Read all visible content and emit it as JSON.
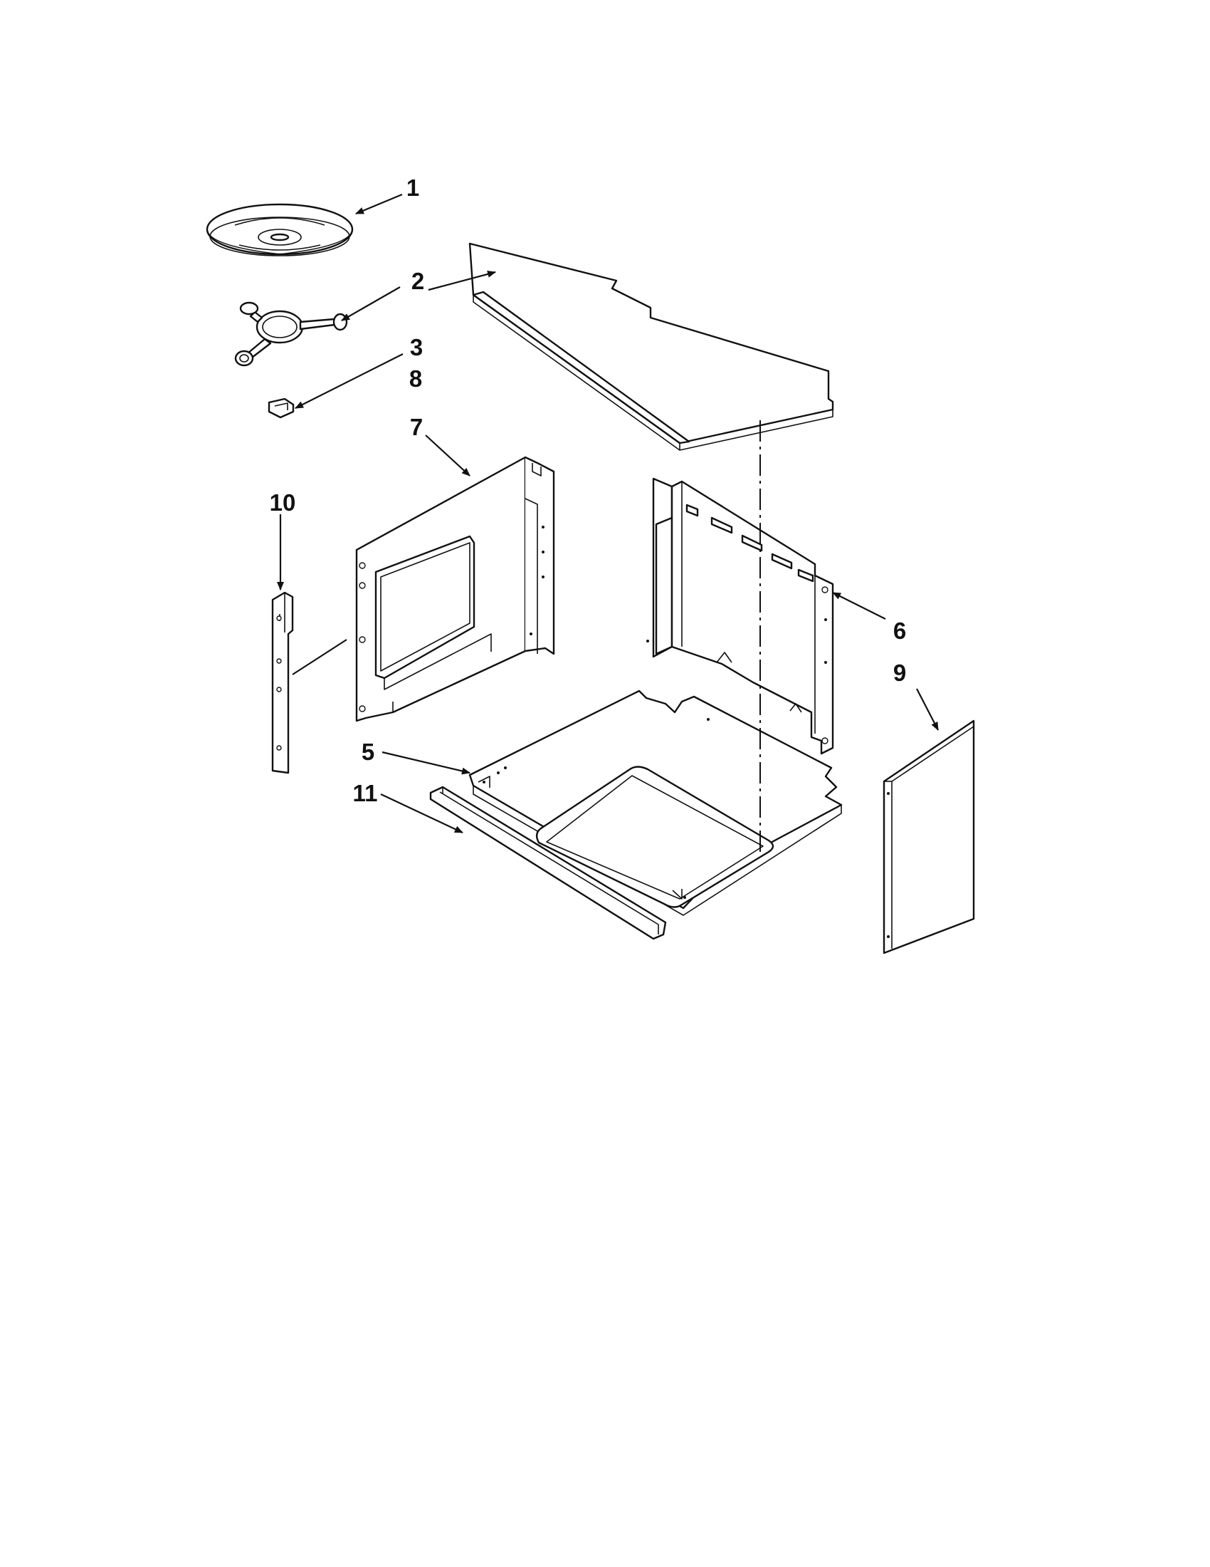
{
  "callouts": [
    {
      "id": "1",
      "label": "1"
    },
    {
      "id": "2",
      "label": "2"
    },
    {
      "id": "3",
      "label": "3"
    },
    {
      "id": "8",
      "label": "8"
    },
    {
      "id": "7",
      "label": "7"
    },
    {
      "id": "10",
      "label": "10"
    },
    {
      "id": "6",
      "label": "6"
    },
    {
      "id": "9",
      "label": "9"
    },
    {
      "id": "5",
      "label": "5"
    },
    {
      "id": "11",
      "label": "11"
    }
  ]
}
